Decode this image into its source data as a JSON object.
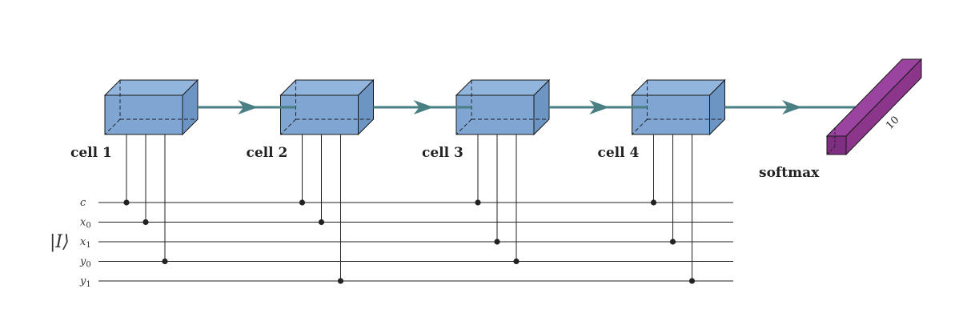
{
  "cells": [
    {
      "label": "cell 1",
      "controls": [
        "c",
        "x0",
        "y0"
      ]
    },
    {
      "label": "cell 2",
      "controls": [
        "c",
        "x0",
        "y1"
      ]
    },
    {
      "label": "cell 3",
      "controls": [
        "c",
        "x1",
        "y0"
      ]
    },
    {
      "label": "cell 4",
      "controls": [
        "c",
        "x1",
        "y1"
      ]
    }
  ],
  "wires": [
    {
      "id": "c",
      "base": "c",
      "sub": ""
    },
    {
      "id": "x0",
      "base": "x",
      "sub": "0"
    },
    {
      "id": "x1",
      "base": "x",
      "sub": "1"
    },
    {
      "id": "y0",
      "base": "y",
      "sub": "0"
    },
    {
      "id": "y1",
      "base": "y",
      "sub": "1"
    }
  ],
  "register_label": "|I⟩",
  "output": {
    "label": "softmax",
    "dimension": "10"
  },
  "colors": {
    "cell_fill": "#7fa6d2",
    "cell_top": "#92b5dd",
    "cell_side": "#6d95c4",
    "arrow": "#4a7f83",
    "output_fill": "#8b358b",
    "wire": "#222222"
  }
}
